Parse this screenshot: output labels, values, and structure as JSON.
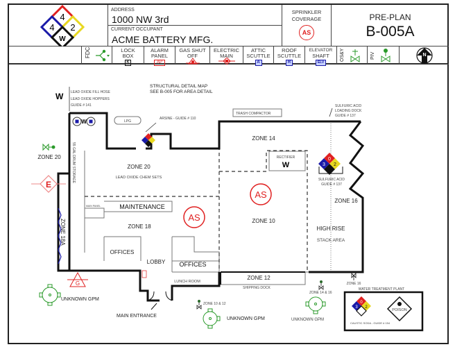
{
  "header": {
    "nfpa": {
      "health": "4",
      "flammability": "4",
      "instability": "2",
      "special": "W"
    },
    "address_label": "ADDRESS",
    "address": "1000 NW 3rd",
    "occupant_label": "CURRENT OCCUPANT",
    "occupant": "ACME BATTERY MFG.",
    "sprinkler_label_1": "SPRINKLER",
    "sprinkler_label_2": "COVERAGE",
    "sprinkler_badge": "AS",
    "preplan_label": "PRE-PLAN",
    "preplan_id": "B-005A"
  },
  "legend": {
    "fdc": "FDC",
    "lockbox": {
      "line1": "LOCK",
      "line2": "BOX",
      "symbol": "K"
    },
    "alarm": {
      "line1": "ALARM",
      "line2": "PANEL",
      "symbol": "AP"
    },
    "gas": {
      "line1": "GAS SHUT",
      "line2": "OFF",
      "symbol": "G"
    },
    "electric": {
      "line1": "ELECTRIC",
      "line2": "MAIN",
      "symbol": "E"
    },
    "attic": {
      "line1": "ATTIC",
      "line2": "SCUTTLE",
      "symbol": "A"
    },
    "roof": {
      "line1": "ROOF",
      "line2": "SCUTTLE",
      "symbol": "R"
    },
    "elevator": {
      "line1": "ELEVATOR",
      "line2": "SHAFT",
      "symbol": "ELV"
    },
    "osy": "OS&Y",
    "piv": "PIV",
    "north": "N"
  },
  "colors": {
    "red": "#e02020",
    "blue": "#1a1aa8",
    "yellow": "#f0e020",
    "green": "#2a9a2a",
    "line": "#111111"
  },
  "plan": {
    "structural_note_1": "STRUCTURAL DETAIL MAP",
    "structural_note_2": "SEE B-005 FOR AREA DETAIL",
    "lead_note_1": "LEAD OXIDE FILL HOSE",
    "lead_note_2": "LEAD OXIDE HOPPERS",
    "lead_note_3": "GUIDE # 141",
    "lpg": "LPG",
    "arsine": "ARSINE - GUIDE # 110",
    "trash": "TRASH COMPACTOR",
    "sulfuric_dock_1": "SULFURIC ACID",
    "sulfuric_dock_2": "LOADING DOCK",
    "sulfuric_dock_3": "GUIDE # 137",
    "drum_storage": "55 GAL DRUM STORAGE",
    "zone20_outside": "ZONE 20",
    "zone20": "ZONE 20",
    "lead_chem": "LEAD OXIDE CHEM SETS",
    "zone14": "ZONE 14",
    "rectifier": "RECTIFIER",
    "sulfuric_1": "SULFURIC ACID",
    "sulfuric_2": "GUIDE # 137",
    "sulfuric_nfpa": {
      "health": "3",
      "flammability": "0",
      "instability": "2",
      "special": "W"
    },
    "arsine_nfpa": {
      "health": "4",
      "flammability": "4",
      "instability": "2",
      "special": ""
    },
    "zone16": "ZONE 16",
    "high_rise": "HIGH RISE",
    "stack_area": "STACK AREA",
    "zone10": "ZONE 10",
    "as_badge": "AS",
    "main_panel": "MAIN PANEL",
    "maintenance": "MAINTENANCE",
    "zone18": "ZONE 18",
    "zone18a": "ZONE 18A",
    "offices_left": "OFFICES",
    "lobby": "LOBBY",
    "offices_right": "OFFICES",
    "lunch": "LUNCH ROOM",
    "ap": "AP",
    "zone12": "ZONE 12",
    "shipping": "SHIPPING DOCK",
    "main_entrance": "MAIN ENTRANCE",
    "electric_e": "E",
    "gas_g": "G",
    "hydrant_1": "UNKNOWN GPM",
    "hydrant_2": "UNKNOWN GPM",
    "hydrant_3": "UNKNOWN GPM",
    "valve_1012": "ZONE 10 & 12",
    "valve_1416": "ZONE 14 & 16",
    "valve_16": "ZONE 16",
    "water_plant": "WATER TREATMENT PLANT",
    "caustic": "CAUSTIC SODA - GUIDE # 154",
    "caustic_nfpa": {
      "health": "3",
      "flammability": "0",
      "instability": "2",
      "special": ""
    },
    "poison": "POISON"
  }
}
